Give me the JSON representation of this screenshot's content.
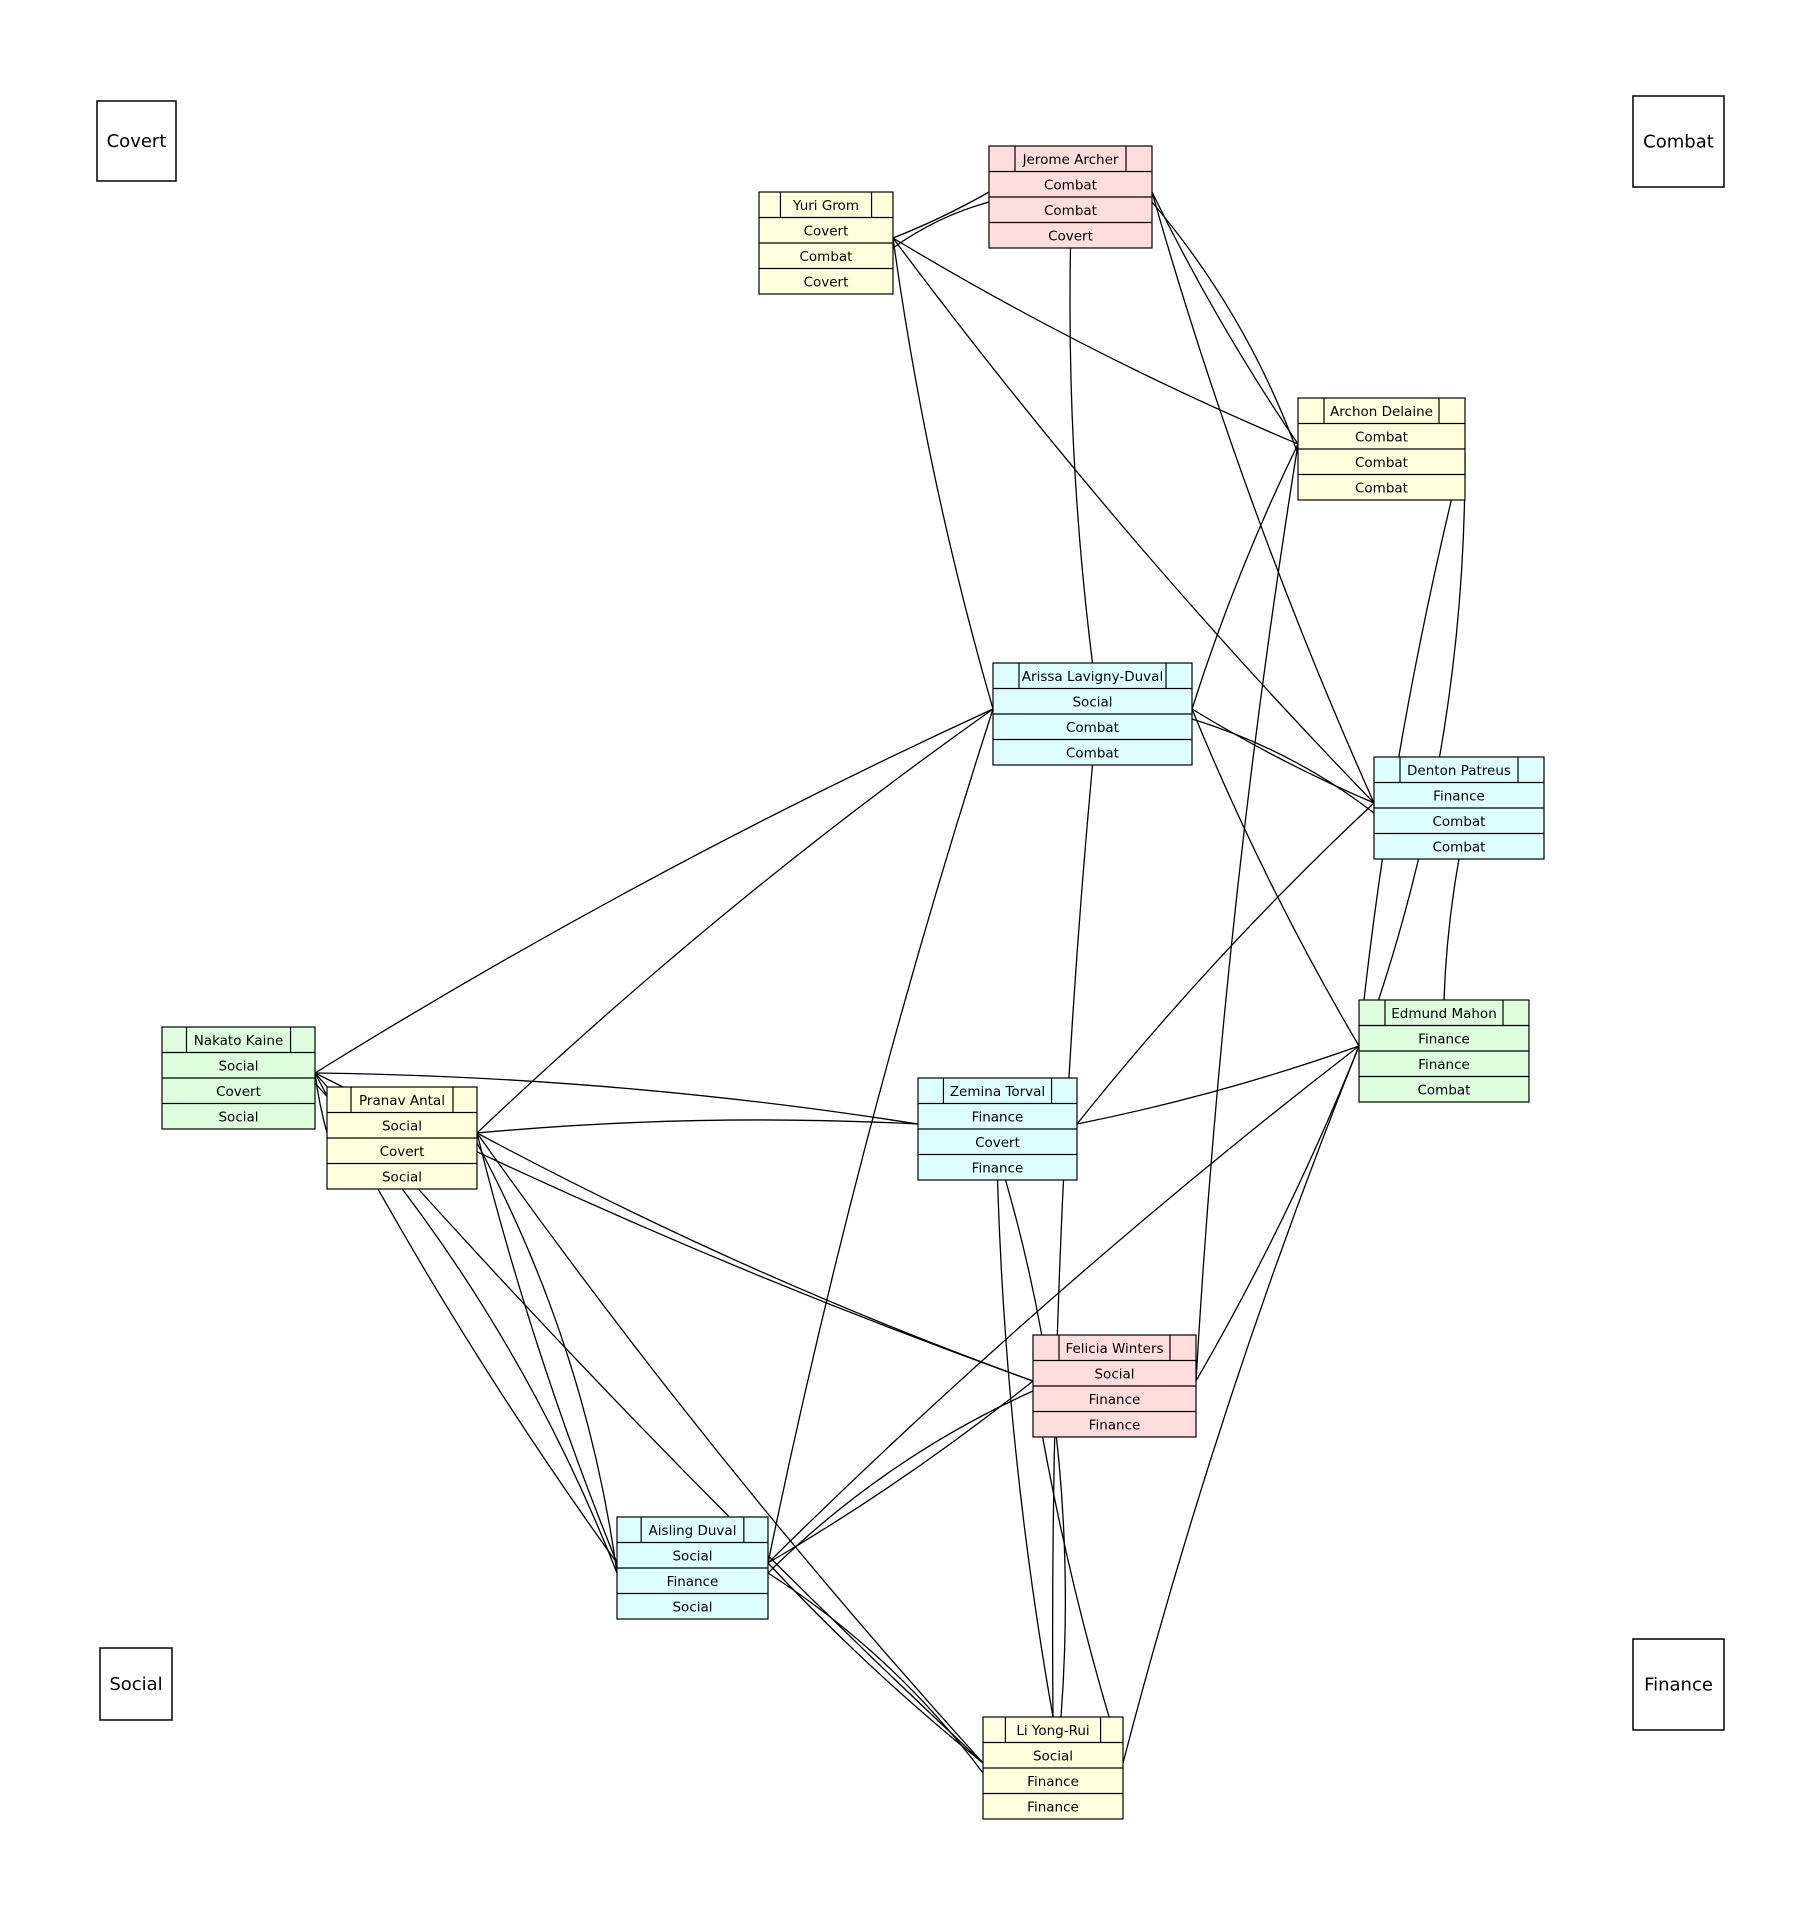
{
  "corners": [
    {
      "id": "covert",
      "label": "Covert"
    },
    {
      "id": "combat",
      "label": "Combat"
    },
    {
      "id": "social",
      "label": "Social"
    },
    {
      "id": "finance",
      "label": "Finance"
    }
  ],
  "colors": {
    "yellow": "#ffffdd",
    "pink": "#ffdddd",
    "cyan": "#ddffff",
    "green": "#ddffdd"
  },
  "nodes": [
    {
      "id": "yuri",
      "name": "Yuri Grom",
      "color": "yellow",
      "rows": [
        "Covert",
        "Combat",
        "Covert"
      ]
    },
    {
      "id": "jerome",
      "name": "Jerome Archer",
      "color": "pink",
      "rows": [
        "Combat",
        "Combat",
        "Covert"
      ]
    },
    {
      "id": "archon",
      "name": "Archon Delaine",
      "color": "yellow",
      "rows": [
        "Combat",
        "Combat",
        "Combat"
      ]
    },
    {
      "id": "arissa",
      "name": "Arissa Lavigny-Duval",
      "color": "cyan",
      "rows": [
        "Social",
        "Combat",
        "Combat"
      ]
    },
    {
      "id": "denton",
      "name": "Denton Patreus",
      "color": "cyan",
      "rows": [
        "Finance",
        "Combat",
        "Combat"
      ]
    },
    {
      "id": "edmund",
      "name": "Edmund Mahon",
      "color": "green",
      "rows": [
        "Finance",
        "Finance",
        "Combat"
      ]
    },
    {
      "id": "nakato",
      "name": "Nakato Kaine",
      "color": "green",
      "rows": [
        "Social",
        "Covert",
        "Social"
      ]
    },
    {
      "id": "pranav",
      "name": "Pranav Antal",
      "color": "yellow",
      "rows": [
        "Social",
        "Covert",
        "Social"
      ]
    },
    {
      "id": "zemina",
      "name": "Zemina Torval",
      "color": "cyan",
      "rows": [
        "Finance",
        "Covert",
        "Finance"
      ]
    },
    {
      "id": "felicia",
      "name": "Felicia Winters",
      "color": "pink",
      "rows": [
        "Social",
        "Finance",
        "Finance"
      ]
    },
    {
      "id": "aisling",
      "name": "Aisling Duval",
      "color": "cyan",
      "rows": [
        "Social",
        "Finance",
        "Social"
      ]
    },
    {
      "id": "li",
      "name": "Li Yong-Rui",
      "color": "yellow",
      "rows": [
        "Social",
        "Finance",
        "Finance"
      ]
    }
  ],
  "edges": [
    {
      "from": "yuri",
      "to": "jerome"
    },
    {
      "from": "yuri",
      "to": "jerome"
    },
    {
      "from": "yuri",
      "to": "archon"
    },
    {
      "from": "yuri",
      "to": "denton"
    },
    {
      "from": "yuri",
      "to": "arissa"
    },
    {
      "from": "jerome",
      "to": "archon"
    },
    {
      "from": "jerome",
      "to": "archon"
    },
    {
      "from": "jerome",
      "to": "denton"
    },
    {
      "from": "jerome",
      "to": "arissa"
    },
    {
      "from": "archon",
      "to": "arissa"
    },
    {
      "from": "archon",
      "to": "felicia"
    },
    {
      "from": "archon",
      "to": "edmund"
    },
    {
      "from": "archon",
      "to": "edmund"
    },
    {
      "from": "arissa",
      "to": "denton"
    },
    {
      "from": "arissa",
      "to": "denton"
    },
    {
      "from": "arissa",
      "to": "edmund"
    },
    {
      "from": "arissa",
      "to": "nakato"
    },
    {
      "from": "arissa",
      "to": "pranav"
    },
    {
      "from": "arissa",
      "to": "aisling"
    },
    {
      "from": "arissa",
      "to": "li"
    },
    {
      "from": "denton",
      "to": "edmund"
    },
    {
      "from": "denton",
      "to": "zemina"
    },
    {
      "from": "zemina",
      "to": "edmund"
    },
    {
      "from": "zemina",
      "to": "pranav"
    },
    {
      "from": "zemina",
      "to": "nakato"
    },
    {
      "from": "zemina",
      "to": "li"
    },
    {
      "from": "zemina",
      "to": "li"
    },
    {
      "from": "edmund",
      "to": "aisling"
    },
    {
      "from": "edmund",
      "to": "li"
    },
    {
      "from": "felicia",
      "to": "edmund"
    },
    {
      "from": "nakato",
      "to": "felicia"
    },
    {
      "from": "nakato",
      "to": "aisling"
    },
    {
      "from": "nakato",
      "to": "aisling"
    },
    {
      "from": "nakato",
      "to": "li"
    },
    {
      "from": "nakato",
      "to": "pranav"
    },
    {
      "from": "pranav",
      "to": "felicia"
    },
    {
      "from": "pranav",
      "to": "aisling"
    },
    {
      "from": "pranav",
      "to": "aisling"
    },
    {
      "from": "pranav",
      "to": "li"
    },
    {
      "from": "aisling",
      "to": "felicia"
    },
    {
      "from": "aisling",
      "to": "felicia"
    },
    {
      "from": "aisling",
      "to": "li"
    },
    {
      "from": "aisling",
      "to": "li"
    },
    {
      "from": "felicia",
      "to": "li"
    }
  ]
}
